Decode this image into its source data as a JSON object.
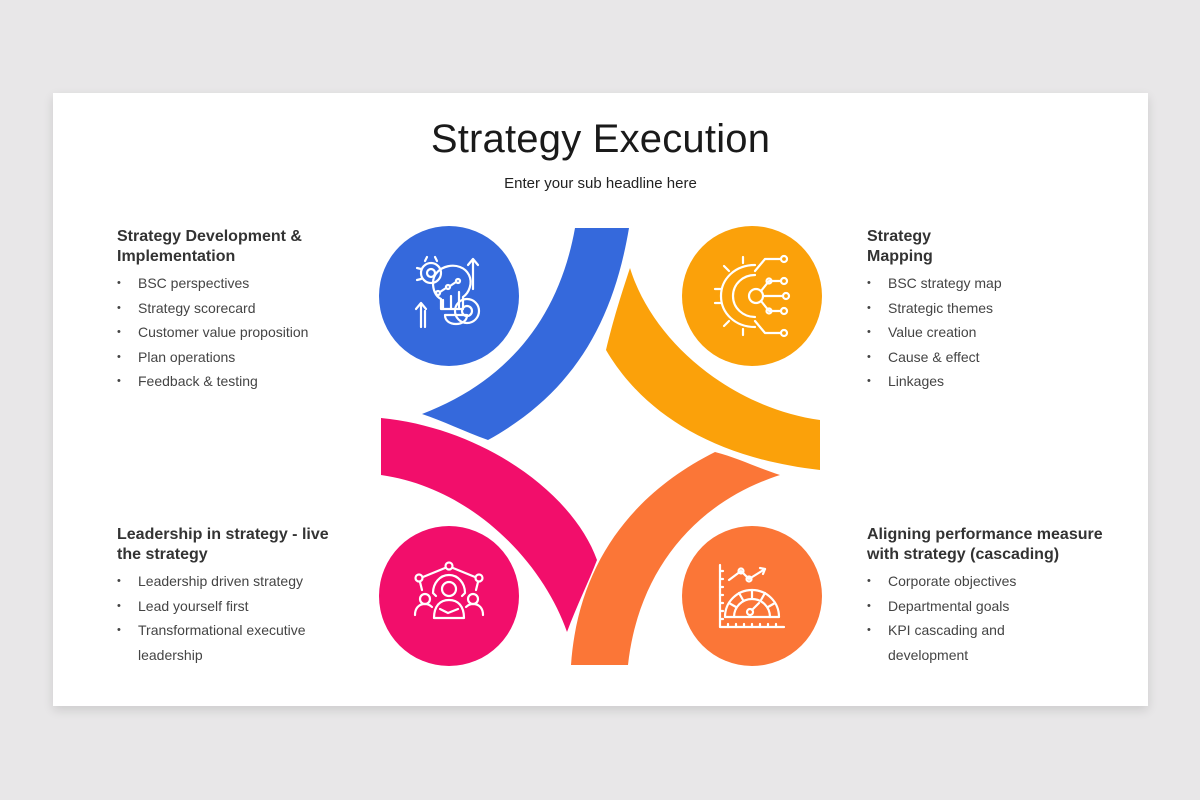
{
  "slide": {
    "title": "Strategy Execution",
    "subtitle": "Enter your sub headline here"
  },
  "colors": {
    "blue": "#3569DC",
    "amber": "#FBA10A",
    "pink": "#F20E6B",
    "orange": "#FB7637",
    "background": "#E8E7E8",
    "card": "#FFFFFF"
  },
  "sections": {
    "top_left": {
      "heading_line1": "Strategy Development &",
      "heading_line2": "Implementation",
      "icon": "strategy-gears-growth-icon",
      "items": [
        "BSC perspectives",
        "Strategy scorecard",
        "Customer value proposition",
        "Plan operations",
        "Feedback & testing"
      ]
    },
    "top_right": {
      "heading_line1": "Strategy",
      "heading_line2": "Mapping",
      "icon": "gear-circuit-icon",
      "items": [
        "BSC strategy map",
        "Strategic themes",
        "Value creation",
        "Cause & effect",
        "Linkages"
      ]
    },
    "bottom_left": {
      "heading_line1": "Leadership in strategy - live",
      "heading_line2": "the strategy",
      "icon": "leader-team-icon",
      "items": [
        "Leadership driven strategy",
        "Lead yourself first",
        "Transformational executive leadership"
      ]
    },
    "bottom_right": {
      "heading_line1": "Aligning performance measure",
      "heading_line2": "with strategy (cascading)",
      "icon": "performance-gauge-chart-icon",
      "items": [
        "Corporate objectives",
        "Departmental goals",
        "KPI cascading and development"
      ]
    }
  }
}
